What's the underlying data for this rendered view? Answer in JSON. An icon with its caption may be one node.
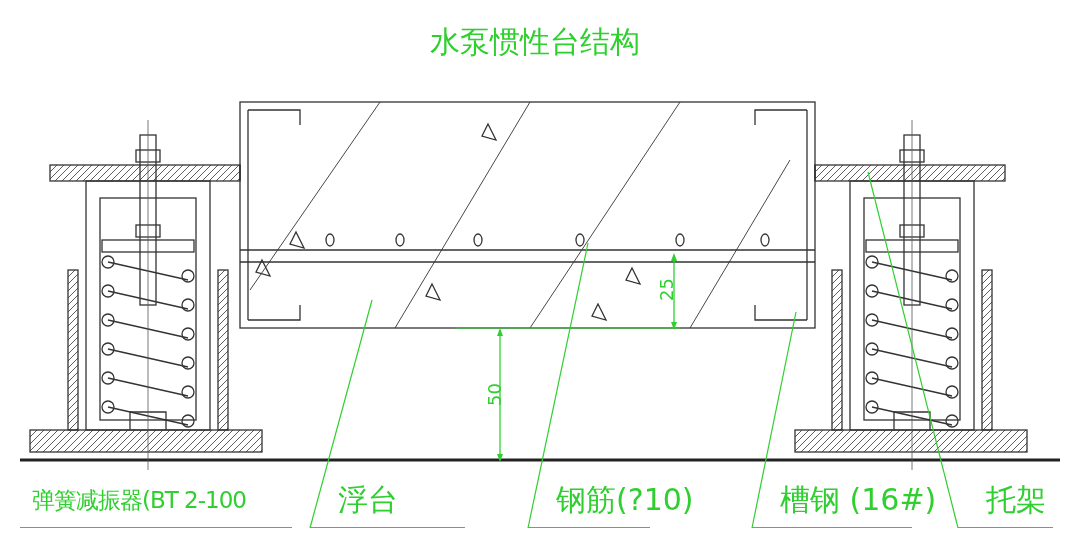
{
  "diagram": {
    "title": "水泵惯性台结构",
    "nodes": [
      {
        "text": [
          "浮台"
        ]
      },
      {
        "text": [
          "钢筋(?10)"
        ]
      },
      {
        "text": [
          "槽钢 (16#)"
        ]
      },
      {
        "text": [
          "托架"
        ]
      }
    ],
    "edges": [
      {
        "from": 0,
        "to": null,
        "arrow": "none"
      },
      {
        "from": 1,
        "to": null,
        "arrow": "none"
      },
      {
        "from": 2,
        "to": null,
        "arrow": "none"
      },
      {
        "from": 3,
        "to": null,
        "arrow": "none"
      }
    ],
    "labels": [
      "25",
      "50",
      "弹簧减振器(BT 2-100"
    ]
  }
}
